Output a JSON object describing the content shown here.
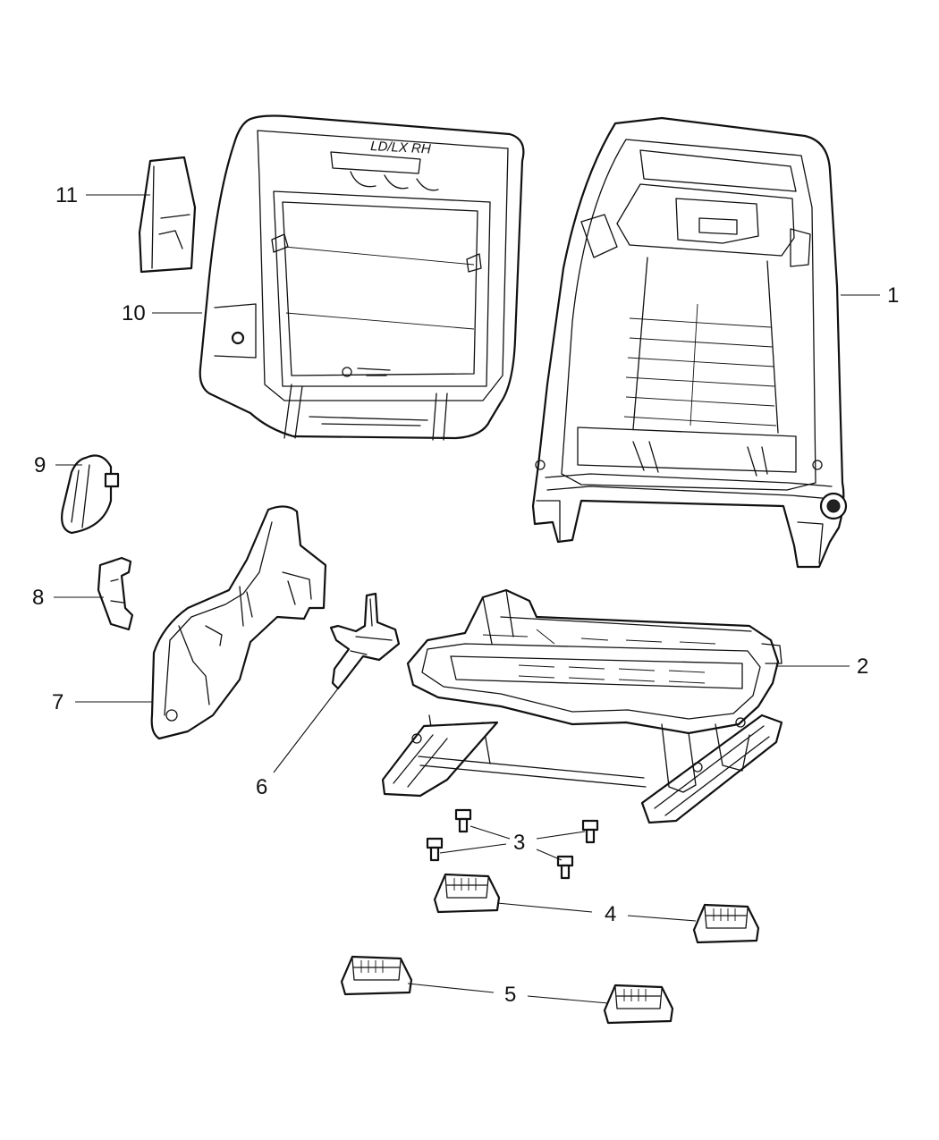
{
  "callouts": [
    {
      "id": "c1",
      "label": "1"
    },
    {
      "id": "c2",
      "label": "2"
    },
    {
      "id": "c3",
      "label": "3"
    },
    {
      "id": "c4",
      "label": "4"
    },
    {
      "id": "c5",
      "label": "5"
    },
    {
      "id": "c6",
      "label": "6"
    },
    {
      "id": "c7",
      "label": "7"
    },
    {
      "id": "c8",
      "label": "8"
    },
    {
      "id": "c9",
      "label": "9"
    },
    {
      "id": "c10",
      "label": "10"
    },
    {
      "id": "c11",
      "label": "11"
    }
  ],
  "stamp_text": "LD/LX RH"
}
